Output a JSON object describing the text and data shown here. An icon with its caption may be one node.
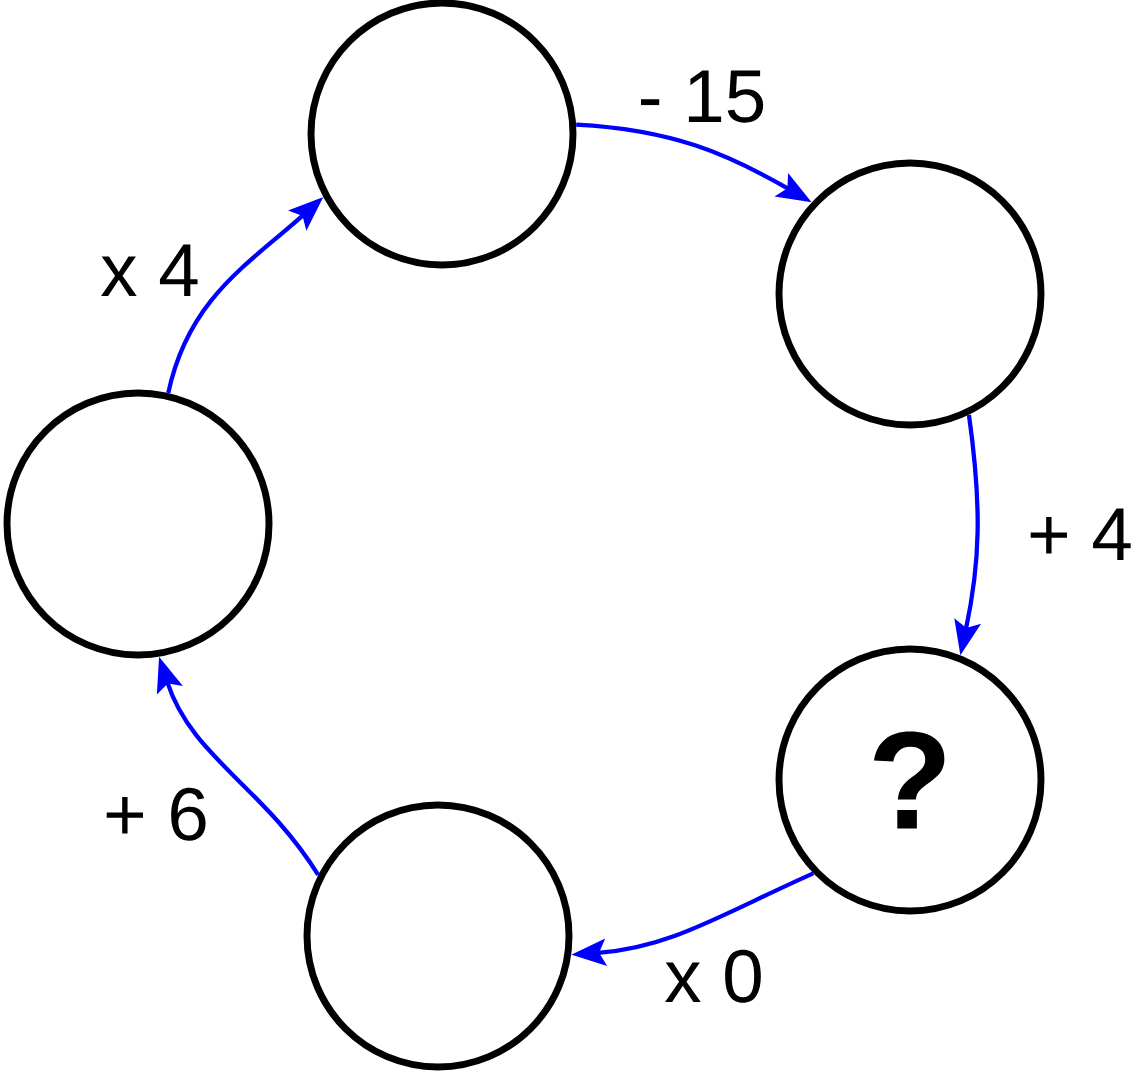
{
  "diagram": {
    "nodes": [
      {
        "text": [],
        "shape": "circle"
      },
      {
        "text": [],
        "shape": "circle"
      },
      {
        "text": [
          "?"
        ]
      },
      {
        "text": [],
        "shape": "circle"
      },
      {
        "text": [],
        "shape": "circle"
      }
    ],
    "edges": [
      {
        "from": 0,
        "to": 1,
        "arrow": "to",
        "label": "- 15"
      },
      {
        "from": 1,
        "to": 2,
        "arrow": "to",
        "label": "+ 4"
      },
      {
        "from": 2,
        "to": 3,
        "arrow": "to",
        "label": "x 0"
      },
      {
        "from": 3,
        "to": 4,
        "arrow": "to",
        "label": "+ 6"
      },
      {
        "from": 4,
        "to": 0,
        "arrow": "to",
        "label": "x 4"
      }
    ]
  }
}
